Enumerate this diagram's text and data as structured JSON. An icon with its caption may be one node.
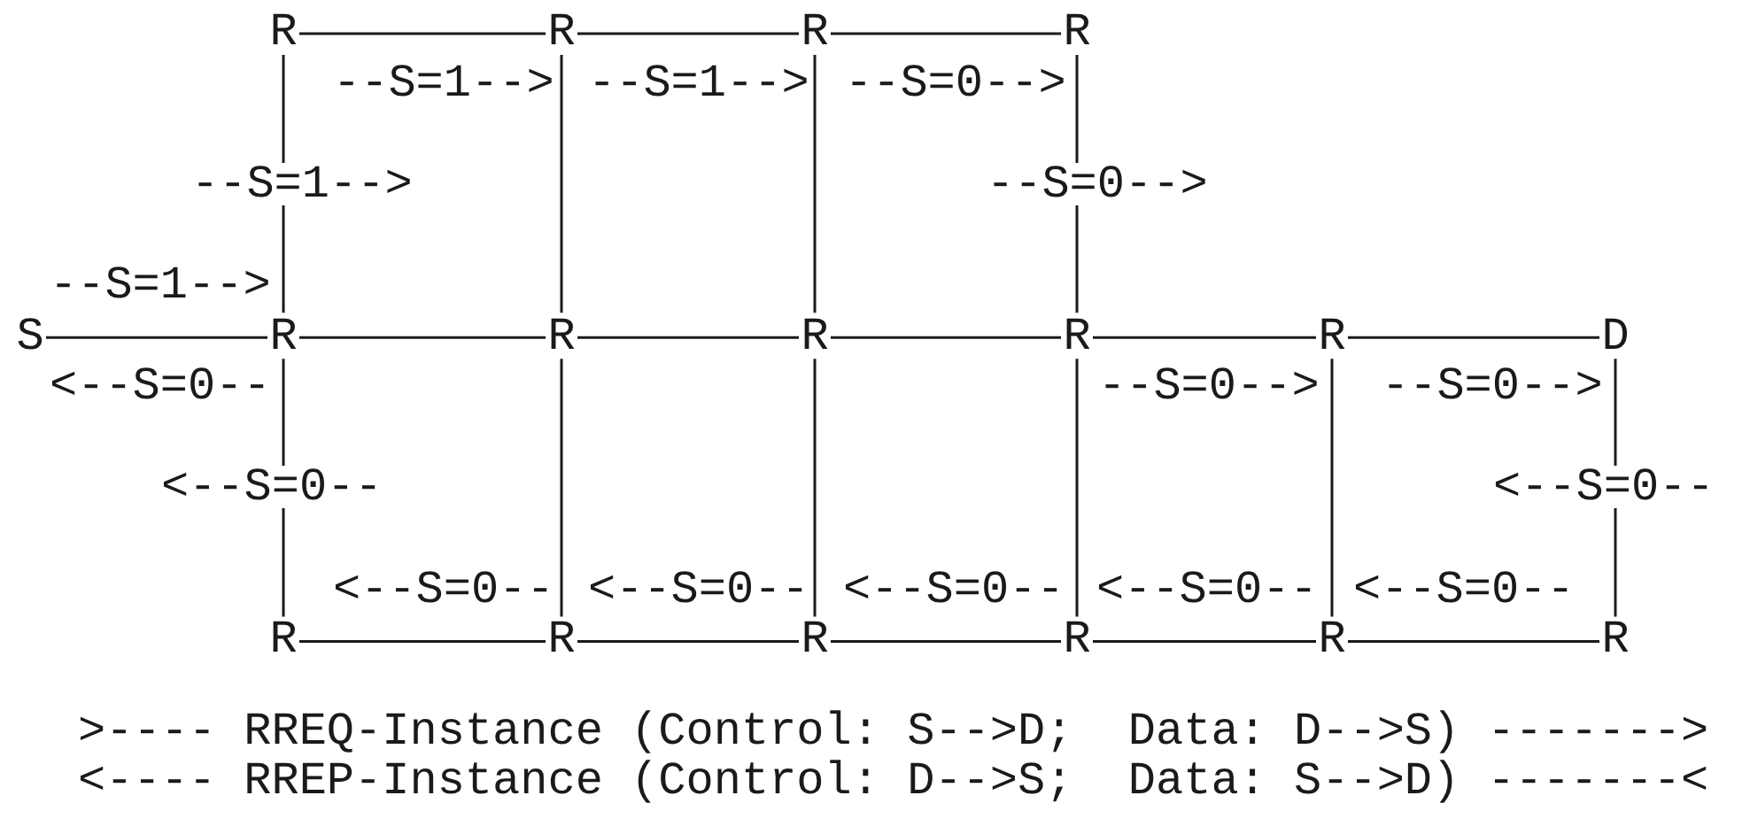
{
  "diagram": {
    "nodes": [
      {
        "text": [
          "R"
        ]
      },
      {
        "text": [
          "R"
        ]
      },
      {
        "text": [
          "R"
        ]
      },
      {
        "text": [
          "R"
        ]
      },
      {
        "text": [
          "S"
        ]
      },
      {
        "text": [
          "R"
        ]
      },
      {
        "text": [
          "R"
        ]
      },
      {
        "text": [
          "R"
        ]
      },
      {
        "text": [
          "R"
        ]
      },
      {
        "text": [
          "R"
        ]
      },
      {
        "text": [
          "D"
        ]
      },
      {
        "text": [
          "R"
        ]
      },
      {
        "text": [
          "R"
        ]
      },
      {
        "text": [
          "R"
        ]
      },
      {
        "text": [
          "R"
        ]
      },
      {
        "text": [
          "R"
        ]
      },
      {
        "text": [
          "R"
        ]
      }
    ],
    "edges": [
      {
        "from": 0,
        "to": 1,
        "arrow": "none"
      },
      {
        "from": 1,
        "to": 2,
        "arrow": "none"
      },
      {
        "from": 2,
        "to": 3,
        "arrow": "none"
      },
      {
        "from": 0,
        "to": 5,
        "arrow": "none"
      },
      {
        "from": 1,
        "to": 6,
        "arrow": "none"
      },
      {
        "from": 2,
        "to": 7,
        "arrow": "none"
      },
      {
        "from": 3,
        "to": 8,
        "arrow": "none"
      },
      {
        "from": 4,
        "to": 5,
        "arrow": "none"
      },
      {
        "from": 5,
        "to": 6,
        "arrow": "none"
      },
      {
        "from": 6,
        "to": 7,
        "arrow": "none"
      },
      {
        "from": 7,
        "to": 8,
        "arrow": "none"
      },
      {
        "from": 8,
        "to": 9,
        "arrow": "none"
      },
      {
        "from": 9,
        "to": 10,
        "arrow": "none"
      },
      {
        "from": 5,
        "to": 11,
        "arrow": "none"
      },
      {
        "from": 6,
        "to": 12,
        "arrow": "none"
      },
      {
        "from": 7,
        "to": 13,
        "arrow": "none"
      },
      {
        "from": 8,
        "to": 14,
        "arrow": "none"
      },
      {
        "from": 9,
        "to": 15,
        "arrow": "none"
      },
      {
        "from": 10,
        "to": 16,
        "arrow": "none"
      },
      {
        "from": 11,
        "to": 12,
        "arrow": "none"
      },
      {
        "from": 12,
        "to": 13,
        "arrow": "none"
      },
      {
        "from": 13,
        "to": 14,
        "arrow": "none"
      },
      {
        "from": 14,
        "to": 15,
        "arrow": "none"
      },
      {
        "from": 15,
        "to": 16,
        "arrow": "none"
      }
    ],
    "labels": [
      "--S=1-->",
      "--S=1-->",
      "--S=0-->",
      "--S=1-->",
      "--S=0-->",
      "--S=1-->",
      "<--S=0--",
      "--S=0-->",
      "--S=0-->",
      "<--S=0--",
      "<--S=0--",
      "<--S=0--",
      "<--S=0--",
      "<--S=0--",
      "<--S=0--",
      "<--S=0--",
      ">---- RREQ-Instance (Control: S-->D;  Data: D-->S) ------->",
      "<---- RREP-Instance (Control: D-->S;  Data: S-->D) -------<"
    ]
  }
}
